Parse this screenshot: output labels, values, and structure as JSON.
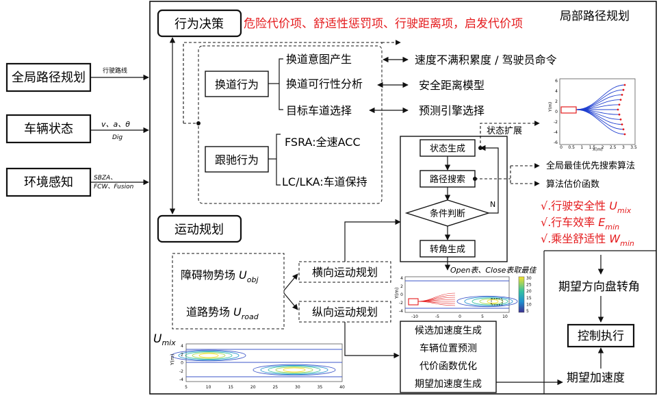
{
  "title": "局部路径规划",
  "left_inputs": [
    {
      "label": "全局路径规划",
      "arrow_label": "行驶路线",
      "arrow_label2": ""
    },
    {
      "label": "车辆状态",
      "arrow_label": "v、a、θ",
      "arrow_label2": "Dig"
    },
    {
      "label": "环境感知",
      "arrow_label": "SBZA、",
      "arrow_label2": "FCW、Fusion"
    }
  ],
  "decision": {
    "title": "行为决策",
    "cost_terms": "危险代价项、舒适性惩罚项、行驶距离项，启发代价项",
    "lane_change": "换道行为",
    "lane_change_items": [
      "换道意图产生",
      "换道可行性分析",
      "目标车道选择"
    ],
    "lane_change_results": [
      "速度不满积累度 / 驾驶员命令",
      "安全距离模型",
      "预测引擎选择"
    ],
    "follow": "跟驰行为",
    "follow_items": [
      "FSRA:全速ACC",
      "LC/LKA:车道保持"
    ]
  },
  "motion": {
    "title": "运动规划",
    "potential_obj_label": "障碍物势场",
    "potential_obj_sym": "U",
    "potential_obj_sub": "obj",
    "potential_road_label": "道路势场",
    "potential_road_sym": "U",
    "potential_road_sub": "road",
    "lateral": "横向运动规划",
    "longitudinal": "纵向运动规划"
  },
  "search": {
    "state_expand": "状态扩展",
    "state_gen": "状态生成",
    "path_search": "路径搜索",
    "condition": "条件判断",
    "steer_gen": "转角生成",
    "no_label": "N",
    "algo": "全局最佳优先搜索算法",
    "cost_fn": "算法估价函数",
    "open_close": "Open表、Close表取最佳"
  },
  "criteria": [
    {
      "check": "√.",
      "text": "行驶安全性",
      "sym": "U",
      "sub": "mix"
    },
    {
      "check": "√.",
      "text": "行车效率",
      "sym": "E",
      "sub": "min"
    },
    {
      "check": "√.",
      "text": "乘坐舒适性",
      "sym": "W",
      "sub": "min"
    }
  ],
  "longitudinal_steps": [
    "候选加速度生成",
    "车辆位置预测",
    "代价函数优化",
    "期望加速度生成"
  ],
  "outputs": {
    "steer": "期望方向盘转角",
    "control": "控制执行",
    "accel": "期望加速度"
  },
  "umix_label": "U",
  "umix_sub": "mix",
  "plot_top": {
    "ylabel": "Y(m)",
    "xlabel": "X(m)",
    "yticks": [
      "6",
      "4",
      "2",
      "0",
      "-2",
      "-4",
      "-6"
    ],
    "xticks": [
      "0",
      "0.5",
      "1",
      "1.5",
      "2",
      "2.5",
      "3",
      "3.5"
    ]
  },
  "plot_mid": {
    "ylabel": "Y(m)",
    "yticks": [
      "4",
      "2",
      "0",
      "-2",
      "-4"
    ],
    "xticks": [
      "-10",
      "-5",
      "0",
      "5",
      "10"
    ],
    "cbar_ticks": [
      "30",
      "25",
      "20",
      "15",
      "10",
      "5"
    ]
  },
  "plot_bottom": {
    "ylabel": "Y(m)",
    "yticks": [
      "4",
      "2",
      "0",
      "-2",
      "-4"
    ],
    "xticks": [
      "5",
      "10",
      "15",
      "20",
      "25",
      "30",
      "35",
      "40"
    ]
  },
  "colors": {
    "red": "#e41a1c",
    "blue": "#1f3fd0",
    "black": "#111111"
  }
}
